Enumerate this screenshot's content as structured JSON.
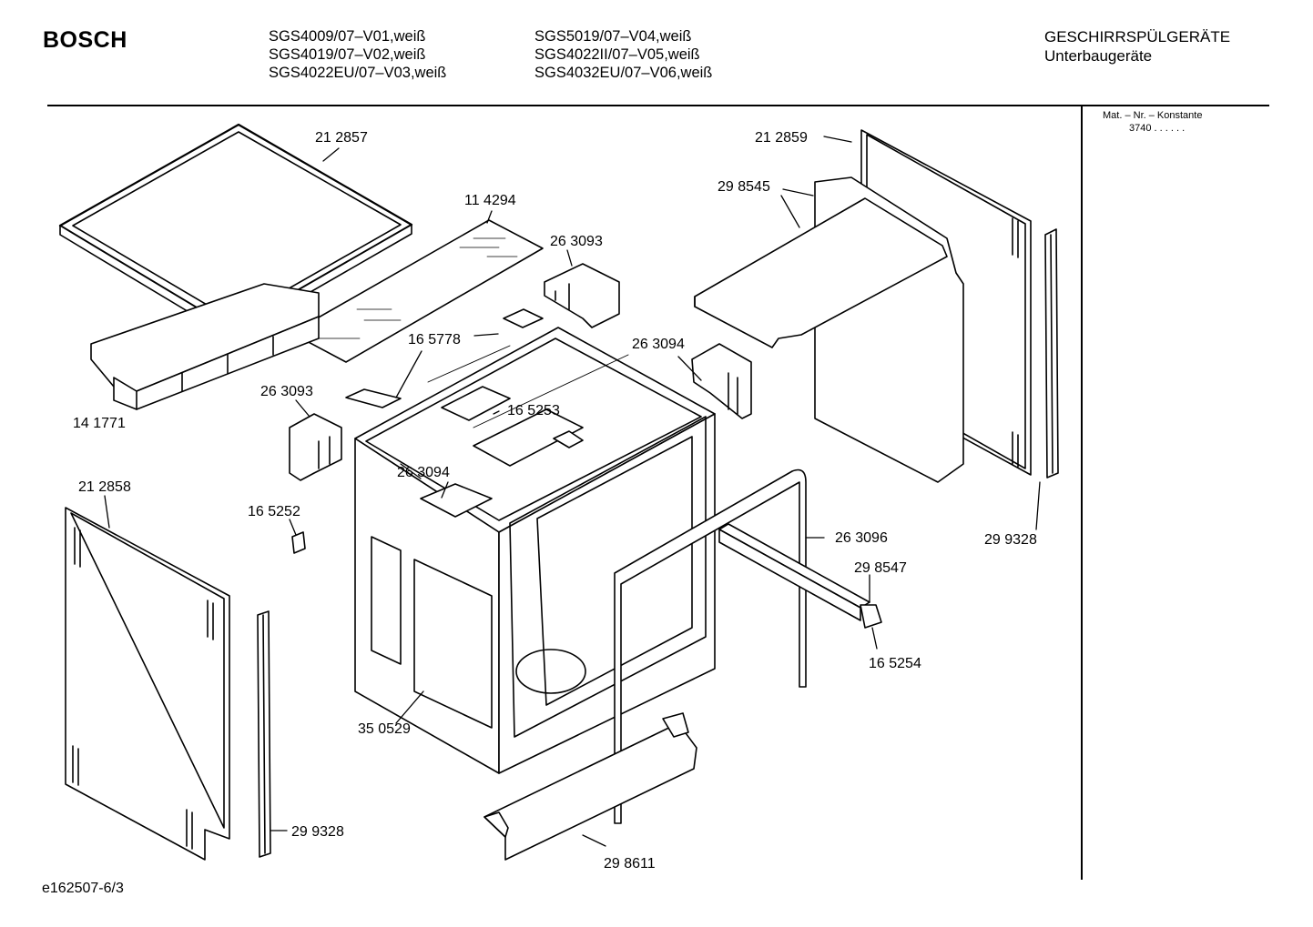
{
  "header": {
    "brand": "BOSCH",
    "models_col1": [
      "SGS4009/07–V01,weiß",
      "SGS4019/07–V02,weiß",
      "SGS4022EU/07–V03,weiß"
    ],
    "models_col2": [
      "SGS5019/07–V04,weiß",
      "SGS4022II/07–V05,weiß",
      "SGS4032EU/07–V06,weiß"
    ],
    "category": "GESCHIRRSPÜLGERÄTE",
    "subcategory": "Unterbaugeräte"
  },
  "sidebar": {
    "mat_label": "Mat. – Nr. – Konstante",
    "mat_value": "3740  .  .   .  .  .  ."
  },
  "footer": {
    "doc_id": "e162507-6/3"
  },
  "part_labels": [
    "21 2857",
    "11 4294",
    "26 3093",
    "21 2859",
    "29 8545",
    "16 5778",
    "26 3094",
    "14 1771",
    "26 3093",
    "16 5253",
    "26 3094",
    "21 2858",
    "16 5252",
    "26 3096",
    "29 9328",
    "29 8547",
    "16 5254",
    "35 0529",
    "29 9328",
    "29 8611"
  ]
}
